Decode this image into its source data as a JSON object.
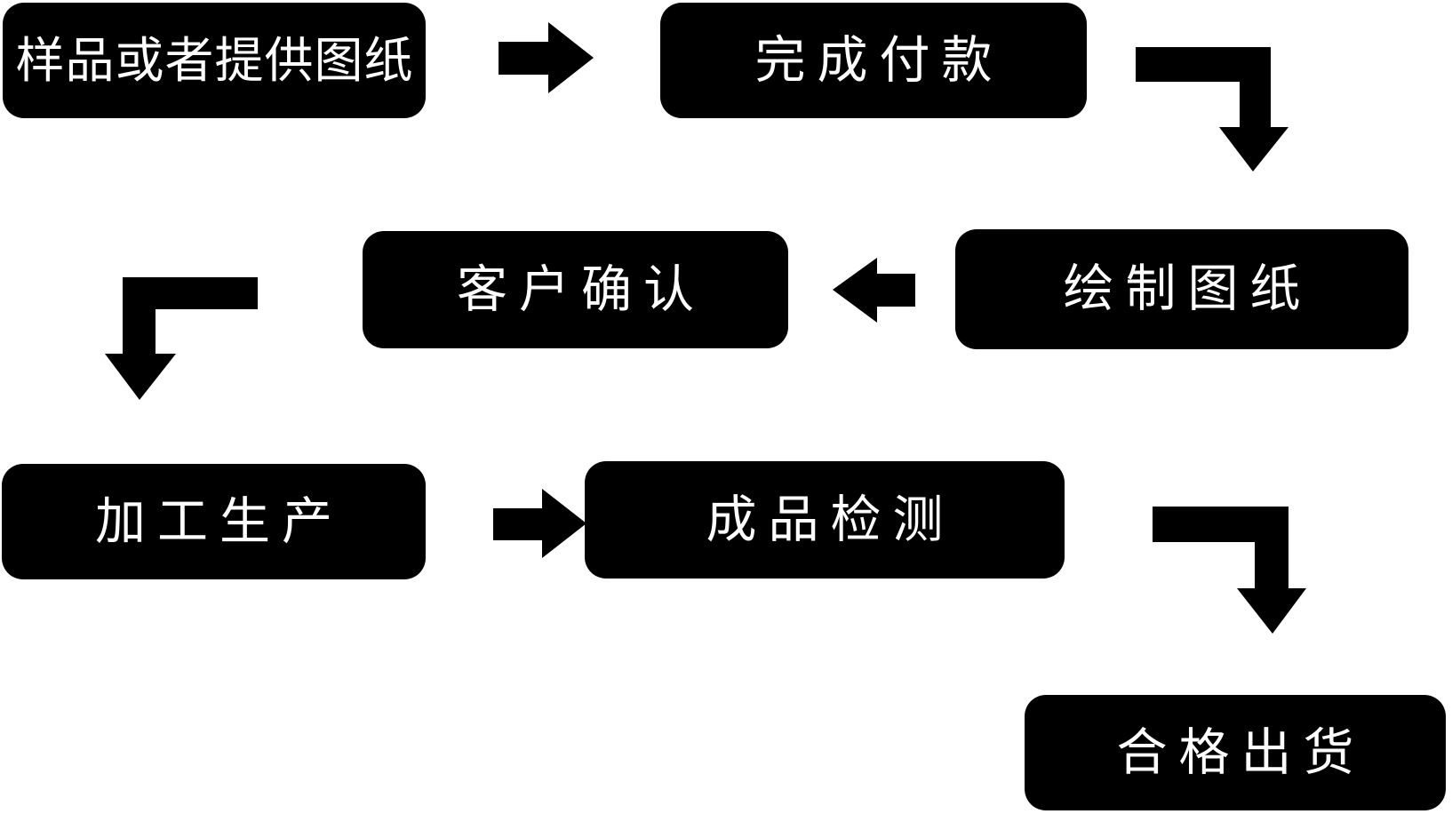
{
  "diagram": {
    "type": "flowchart",
    "title": "production-process-flow",
    "nodes": [
      {
        "id": "sample-or-drawing",
        "label": "样品或者提供图纸"
      },
      {
        "id": "complete-payment",
        "label": "完成付款"
      },
      {
        "id": "draw-drawings",
        "label": "绘制图纸"
      },
      {
        "id": "customer-confirm",
        "label": "客户确认"
      },
      {
        "id": "processing-production",
        "label": "加工生产"
      },
      {
        "id": "product-inspection",
        "label": "成品检测"
      },
      {
        "id": "qualified-shipment",
        "label": "合格出货"
      }
    ],
    "edges": [
      {
        "from": "sample-or-drawing",
        "to": "complete-payment",
        "arrow": "right"
      },
      {
        "from": "complete-payment",
        "to": "draw-drawings",
        "arrow": "corner-right-down"
      },
      {
        "from": "draw-drawings",
        "to": "customer-confirm",
        "arrow": "left"
      },
      {
        "from": "customer-confirm",
        "to": "processing-production",
        "arrow": "corner-left-down"
      },
      {
        "from": "processing-production",
        "to": "product-inspection",
        "arrow": "right"
      },
      {
        "from": "product-inspection",
        "to": "qualified-shipment",
        "arrow": "corner-right-down"
      }
    ],
    "colors": {
      "background": "#ffffff",
      "node_bg": "#000000",
      "node_text": "#ffffff",
      "arrow": "#000000"
    }
  }
}
